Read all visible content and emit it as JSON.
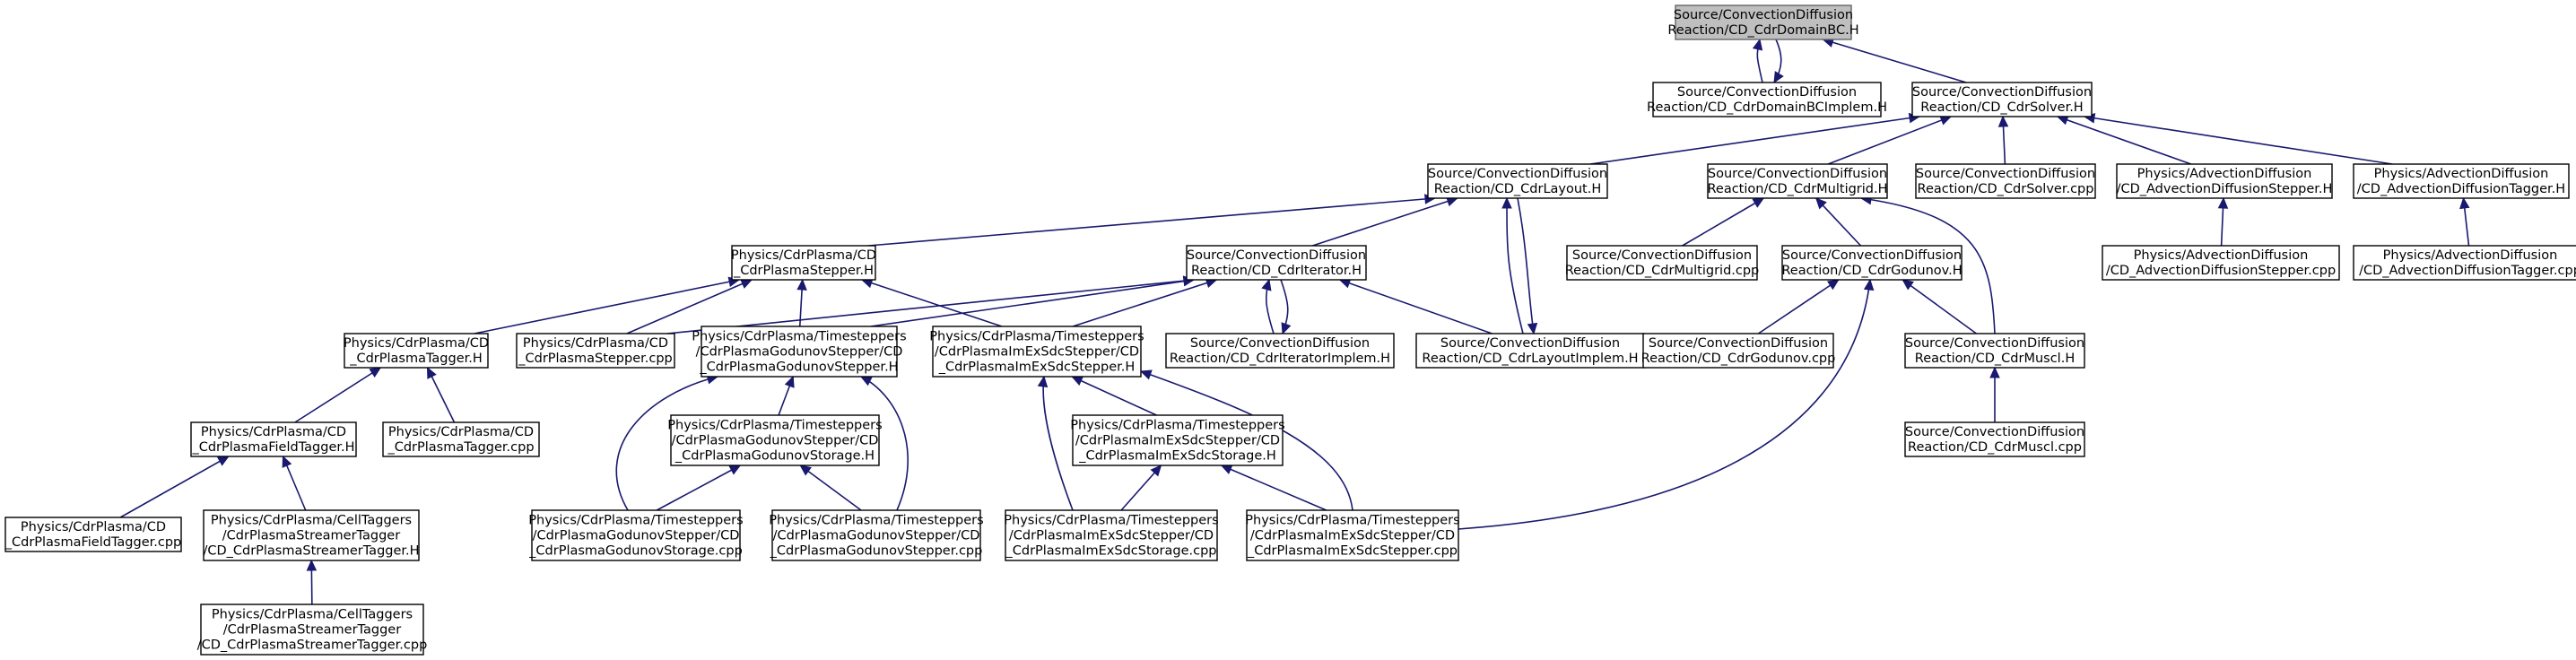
{
  "colors": {
    "edge": "#191970",
    "node_fill": "#ffffff",
    "root_fill": "#bfbfbf",
    "root_border": "#666666",
    "node_border": "#000000"
  },
  "nodes": [
    {
      "id": "root",
      "lines": [
        "Source/ConvectionDiffusion",
        "Reaction/CD_CdrDomainBC.H"
      ],
      "root": true
    },
    {
      "id": "bcimplem",
      "lines": [
        "Source/ConvectionDiffusion",
        "Reaction/CD_CdrDomainBCImplem.H"
      ]
    },
    {
      "id": "solverH",
      "lines": [
        "Source/ConvectionDiffusion",
        "Reaction/CD_CdrSolver.H"
      ]
    },
    {
      "id": "layoutH",
      "lines": [
        "Source/ConvectionDiffusion",
        "Reaction/CD_CdrLayout.H"
      ]
    },
    {
      "id": "multigridH",
      "lines": [
        "Source/ConvectionDiffusion",
        "Reaction/CD_CdrMultigrid.H"
      ]
    },
    {
      "id": "solverCpp",
      "lines": [
        "Source/ConvectionDiffusion",
        "Reaction/CD_CdrSolver.cpp"
      ]
    },
    {
      "id": "advStepperH",
      "lines": [
        "Physics/AdvectionDiffusion",
        "/CD_AdvectionDiffusionStepper.H"
      ]
    },
    {
      "id": "advTaggerH",
      "lines": [
        "Physics/AdvectionDiffusion",
        "/CD_AdvectionDiffusionTagger.H"
      ]
    },
    {
      "id": "plasmaStepperH",
      "lines": [
        "Physics/CdrPlasma/CD",
        "_CdrPlasmaStepper.H"
      ]
    },
    {
      "id": "iteratorH",
      "lines": [
        "Source/ConvectionDiffusion",
        "Reaction/CD_CdrIterator.H"
      ]
    },
    {
      "id": "multigridCpp",
      "lines": [
        "Source/ConvectionDiffusion",
        "Reaction/CD_CdrMultigrid.cpp"
      ]
    },
    {
      "id": "godunovH",
      "lines": [
        "Source/ConvectionDiffusion",
        "Reaction/CD_CdrGodunov.H"
      ]
    },
    {
      "id": "advStepperCpp",
      "lines": [
        "Physics/AdvectionDiffusion",
        "/CD_AdvectionDiffusionStepper.cpp"
      ]
    },
    {
      "id": "advTaggerCpp",
      "lines": [
        "Physics/AdvectionDiffusion",
        "/CD_AdvectionDiffusionTagger.cpp"
      ]
    },
    {
      "id": "plasmaTaggerH",
      "lines": [
        "Physics/CdrPlasma/CD",
        "_CdrPlasmaTagger.H"
      ]
    },
    {
      "id": "plasmaStepperCpp",
      "lines": [
        "Physics/CdrPlasma/CD",
        "_CdrPlasmaStepper.cpp"
      ]
    },
    {
      "id": "godStepperH",
      "lines": [
        "Physics/CdrPlasma/Timesteppers",
        "/CdrPlasmaGodunovStepper/CD",
        "_CdrPlasmaGodunovStepper.H"
      ]
    },
    {
      "id": "imexStepperH",
      "lines": [
        "Physics/CdrPlasma/Timesteppers",
        "/CdrPlasmaImExSdcStepper/CD",
        "_CdrPlasmaImExSdcStepper.H"
      ]
    },
    {
      "id": "iterImplem",
      "lines": [
        "Source/ConvectionDiffusion",
        "Reaction/CD_CdrIteratorImplem.H"
      ]
    },
    {
      "id": "layoutImplem",
      "lines": [
        "Source/ConvectionDiffusion",
        "Reaction/CD_CdrLayoutImplem.H"
      ]
    },
    {
      "id": "godunovCpp",
      "lines": [
        "Source/ConvectionDiffusion",
        "Reaction/CD_CdrGodunov.cpp"
      ]
    },
    {
      "id": "musclH",
      "lines": [
        "Source/ConvectionDiffusion",
        "Reaction/CD_CdrMuscl.H"
      ]
    },
    {
      "id": "fieldTaggerH",
      "lines": [
        "Physics/CdrPlasma/CD",
        "_CdrPlasmaFieldTagger.H"
      ]
    },
    {
      "id": "plasmaTaggerCpp",
      "lines": [
        "Physics/CdrPlasma/CD",
        "_CdrPlasmaTagger.cpp"
      ]
    },
    {
      "id": "godStorageH",
      "lines": [
        "Physics/CdrPlasma/Timesteppers",
        "/CdrPlasmaGodunovStepper/CD",
        "_CdrPlasmaGodunovStorage.H"
      ]
    },
    {
      "id": "imexStorageH",
      "lines": [
        "Physics/CdrPlasma/Timesteppers",
        "/CdrPlasmaImExSdcStepper/CD",
        "_CdrPlasmaImExSdcStorage.H"
      ]
    },
    {
      "id": "musclCpp",
      "lines": [
        "Source/ConvectionDiffusion",
        "Reaction/CD_CdrMuscl.cpp"
      ]
    },
    {
      "id": "fieldTaggerCpp",
      "lines": [
        "Physics/CdrPlasma/CD",
        "_CdrPlasmaFieldTagger.cpp"
      ]
    },
    {
      "id": "streamerTaggerH",
      "lines": [
        "Physics/CdrPlasma/CellTaggers",
        "/CdrPlasmaStreamerTagger",
        "/CD_CdrPlasmaStreamerTagger.H"
      ]
    },
    {
      "id": "godStorageCpp",
      "lines": [
        "Physics/CdrPlasma/Timesteppers",
        "/CdrPlasmaGodunovStepper/CD",
        "_CdrPlasmaGodunovStorage.cpp"
      ]
    },
    {
      "id": "godStepperCpp",
      "lines": [
        "Physics/CdrPlasma/Timesteppers",
        "/CdrPlasmaGodunovStepper/CD",
        "_CdrPlasmaGodunovStepper.cpp"
      ]
    },
    {
      "id": "imexStorageCpp",
      "lines": [
        "Physics/CdrPlasma/Timesteppers",
        "/CdrPlasmaImExSdcStepper/CD",
        "_CdrPlasmaImExSdcStorage.cpp"
      ]
    },
    {
      "id": "imexStepperCpp",
      "lines": [
        "Physics/CdrPlasma/Timesteppers",
        "/CdrPlasmaImExSdcStepper/CD",
        "_CdrPlasmaImExSdcStepper.cpp"
      ]
    },
    {
      "id": "streamerTaggerCpp",
      "lines": [
        "Physics/CdrPlasma/CellTaggers",
        "/CdrPlasmaStreamerTagger",
        "/CD_CdrPlasmaStreamerTagger.cpp"
      ]
    }
  ],
  "edges": [
    {
      "from": "bcimplem",
      "to": "root"
    },
    {
      "from": "root",
      "to": "bcimplem"
    },
    {
      "from": "solverH",
      "to": "root"
    },
    {
      "from": "layoutH",
      "to": "solverH"
    },
    {
      "from": "multigridH",
      "to": "solverH"
    },
    {
      "from": "solverCpp",
      "to": "solverH"
    },
    {
      "from": "advStepperH",
      "to": "solverH"
    },
    {
      "from": "advTaggerH",
      "to": "solverH"
    },
    {
      "from": "plasmaStepperH",
      "to": "layoutH"
    },
    {
      "from": "iteratorH",
      "to": "layoutH"
    },
    {
      "from": "layoutImplem",
      "to": "layoutH"
    },
    {
      "from": "layoutH",
      "to": "layoutImplem"
    },
    {
      "from": "multigridCpp",
      "to": "multigridH"
    },
    {
      "from": "godunovH",
      "to": "multigridH"
    },
    {
      "from": "musclH",
      "to": "multigridH"
    },
    {
      "from": "advStepperCpp",
      "to": "advStepperH"
    },
    {
      "from": "advTaggerCpp",
      "to": "advTaggerH"
    },
    {
      "from": "plasmaTaggerH",
      "to": "plasmaStepperH"
    },
    {
      "from": "plasmaStepperCpp",
      "to": "plasmaStepperH"
    },
    {
      "from": "godStepperH",
      "to": "plasmaStepperH"
    },
    {
      "from": "imexStepperH",
      "to": "plasmaStepperH"
    },
    {
      "from": "plasmaStepperCpp",
      "to": "iteratorH"
    },
    {
      "from": "godStepperH",
      "to": "iteratorH"
    },
    {
      "from": "imexStepperH",
      "to": "iteratorH"
    },
    {
      "from": "iterImplem",
      "to": "iteratorH"
    },
    {
      "from": "iteratorH",
      "to": "iterImplem"
    },
    {
      "from": "layoutImplem",
      "to": "iteratorH"
    },
    {
      "from": "godunovCpp",
      "to": "godunovH"
    },
    {
      "from": "musclH",
      "to": "godunovH"
    },
    {
      "from": "imexStepperCpp",
      "to": "godunovH"
    },
    {
      "from": "musclCpp",
      "to": "musclH"
    },
    {
      "from": "fieldTaggerH",
      "to": "plasmaTaggerH"
    },
    {
      "from": "plasmaTaggerCpp",
      "to": "plasmaTaggerH"
    },
    {
      "from": "godStorageH",
      "to": "godStepperH"
    },
    {
      "from": "godStorageCpp",
      "to": "godStepperH"
    },
    {
      "from": "godStepperCpp",
      "to": "godStepperH"
    },
    {
      "from": "imexStorageH",
      "to": "imexStepperH"
    },
    {
      "from": "imexStorageCpp",
      "to": "imexStepperH"
    },
    {
      "from": "imexStepperCpp",
      "to": "imexStepperH"
    },
    {
      "from": "fieldTaggerCpp",
      "to": "fieldTaggerH"
    },
    {
      "from": "streamerTaggerH",
      "to": "fieldTaggerH"
    },
    {
      "from": "streamerTaggerCpp",
      "to": "streamerTaggerH"
    },
    {
      "from": "godStorageCpp",
      "to": "godStorageH"
    },
    {
      "from": "godStepperCpp",
      "to": "godStorageH"
    },
    {
      "from": "imexStorageCpp",
      "to": "imexStorageH"
    },
    {
      "from": "imexStepperCpp",
      "to": "imexStorageH"
    }
  ]
}
